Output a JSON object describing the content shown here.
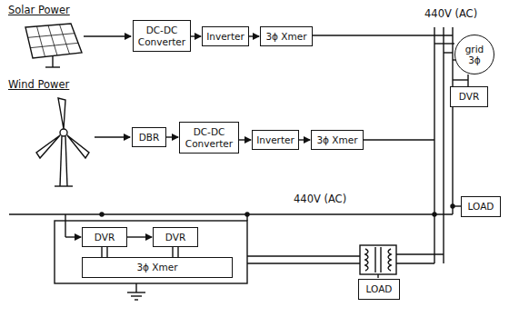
{
  "diagram": {
    "nodes": [
      {
        "text": [
          "DC-DC Converter"
        ]
      },
      {
        "text": [
          "Inverter"
        ]
      },
      {
        "text": [
          "3ϕ Xmer"
        ]
      },
      {
        "text": [
          "grid 3ϕ"
        ]
      },
      {
        "text": [
          "DVR"
        ]
      },
      {
        "text": [
          "DBR"
        ]
      },
      {
        "text": [
          "DC-DC Converter"
        ]
      },
      {
        "text": [
          "Inverter"
        ]
      },
      {
        "text": [
          "3ϕ Xmer"
        ]
      },
      {
        "text": [
          "LOAD"
        ]
      },
      {
        "text": [
          "DVR"
        ]
      },
      {
        "text": [
          "DVR"
        ]
      },
      {
        "text": [
          "3ϕ Xmer"
        ]
      },
      {
        "text": [
          "LOAD"
        ]
      }
    ],
    "edges": [
      {
        "from": 0,
        "to": 1,
        "arrow": "to"
      },
      {
        "from": 1,
        "to": 2,
        "arrow": "to"
      },
      {
        "from": 5,
        "to": 6,
        "arrow": "to"
      },
      {
        "from": 6,
        "to": 7,
        "arrow": "to"
      },
      {
        "from": 7,
        "to": 8,
        "arrow": "to"
      },
      {
        "from": 10,
        "to": 11,
        "arrow": "to"
      },
      {
        "from": 10,
        "to": 12,
        "arrow": "none"
      },
      {
        "from": 11,
        "to": 12,
        "arrow": "none"
      }
    ],
    "labels": [
      "Solar Power",
      "440V (AC)",
      "Wind Power",
      "440V (AC)"
    ]
  }
}
